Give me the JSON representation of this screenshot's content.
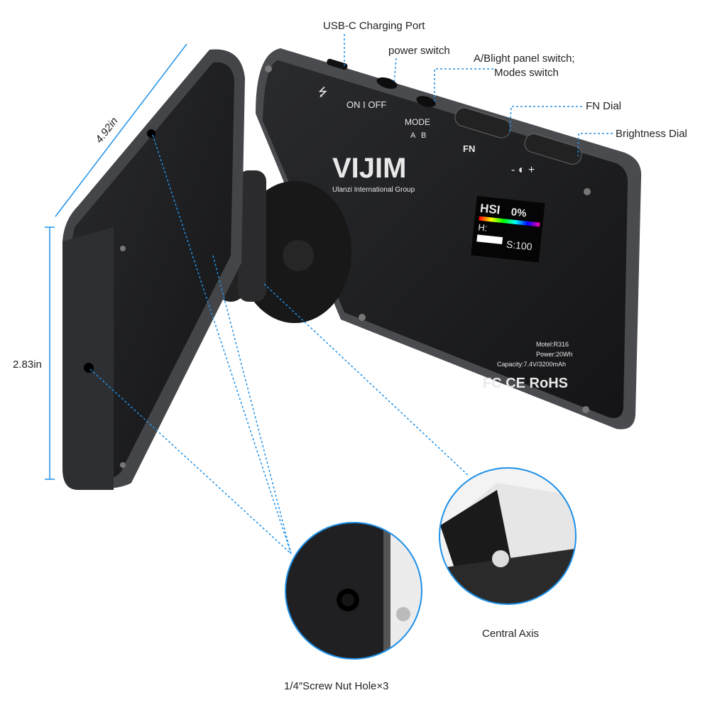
{
  "callouts": {
    "usb_c": "USB-C Charging Port",
    "power_switch": "power switch",
    "ab_switch_line1": "A/Blight panel switch;",
    "ab_switch_line2": "Modes switch",
    "fn_dial": "FN Dial",
    "brightness_dial": "Brightness Dial",
    "central_axis": "Central Axis",
    "screw_hole": "1/4″Screw Nut Hole×3"
  },
  "dimensions": {
    "length": "4.92in",
    "height": "2.83in"
  },
  "device": {
    "on_off": "ON I OFF",
    "mode": "MODE",
    "mode_a": "A",
    "mode_b": "B",
    "fn": "FN",
    "brand": "VIJIM",
    "brand_sub": "Ulanzi International Group",
    "screen": {
      "mode": "HSI",
      "brightness": "0%",
      "hue_label": "H:",
      "saturation": "S:100"
    },
    "model": "Motel:R316",
    "power": "Power:20Wh",
    "capacity": "Capacity:7.4V/3200mAh",
    "certs": "FC CE RoHS"
  },
  "colors": {
    "accent": "#1e90e8",
    "body": "#1d1d1f",
    "frame": "#3a3b3e"
  }
}
